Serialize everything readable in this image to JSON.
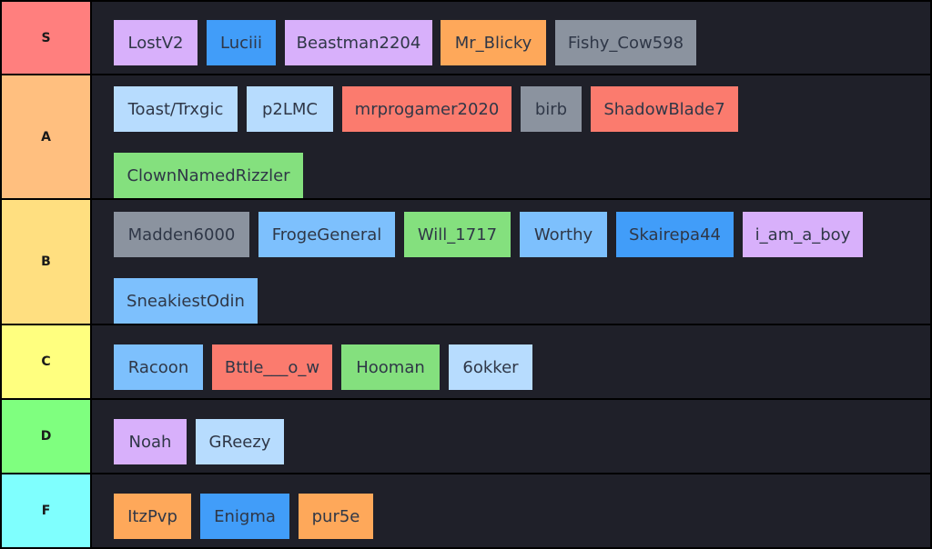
{
  "tiers": [
    {
      "label": "S",
      "color": "#ff7f7e",
      "items": [
        {
          "name": "LostV2",
          "color": "#d8b0fb"
        },
        {
          "name": "Luciii",
          "color": "#419df9"
        },
        {
          "name": "Beastman2204",
          "color": "#d8b0fb"
        },
        {
          "name": "Mr_Blicky",
          "color": "#fea85a"
        },
        {
          "name": "Fishy_Cow598",
          "color": "#8b939f"
        }
      ]
    },
    {
      "label": "A",
      "color": "#ffbf7f",
      "items": [
        {
          "name": "Toast/Trxgic",
          "color": "#b7dcfe"
        },
        {
          "name": "p2LMC",
          "color": "#b7dcfe"
        },
        {
          "name": "mrprogamer2020",
          "color": "#fb7b6e"
        },
        {
          "name": "birb",
          "color": "#8b939f"
        },
        {
          "name": "ShadowBlade7",
          "color": "#fb7b6e"
        },
        {
          "name": "ClownNamedRizzler",
          "color": "#84e07e"
        }
      ]
    },
    {
      "label": "B",
      "color": "#ffdf80",
      "items": [
        {
          "name": "Madden6000",
          "color": "#8b939f"
        },
        {
          "name": "FrogeGeneral",
          "color": "#7dc0fd"
        },
        {
          "name": "Will_1717",
          "color": "#84e07e"
        },
        {
          "name": "Worthy",
          "color": "#7dc0fd"
        },
        {
          "name": "Skairepa44",
          "color": "#419df9"
        },
        {
          "name": "i_am_a_boy",
          "color": "#d8b0fb"
        },
        {
          "name": "SneakiestOdin",
          "color": "#7dc0fd"
        }
      ]
    },
    {
      "label": "C",
      "color": "#ffff7f",
      "items": [
        {
          "name": "Racoon",
          "color": "#7dc0fd"
        },
        {
          "name": "Bttle___o_w",
          "color": "#fb7b6e"
        },
        {
          "name": "Hooman",
          "color": "#84e07e"
        },
        {
          "name": "6okker",
          "color": "#b7dcfe"
        }
      ]
    },
    {
      "label": "D",
      "color": "#7fff7f",
      "items": [
        {
          "name": "Noah",
          "color": "#d8b0fb"
        },
        {
          "name": "GReezy",
          "color": "#b7dcfe"
        }
      ]
    },
    {
      "label": "F",
      "color": "#7ffffe",
      "items": [
        {
          "name": "ItzPvp",
          "color": "#fea85a"
        },
        {
          "name": "Enigma",
          "color": "#419df9"
        },
        {
          "name": "pur5e",
          "color": "#fea85a"
        }
      ]
    }
  ]
}
